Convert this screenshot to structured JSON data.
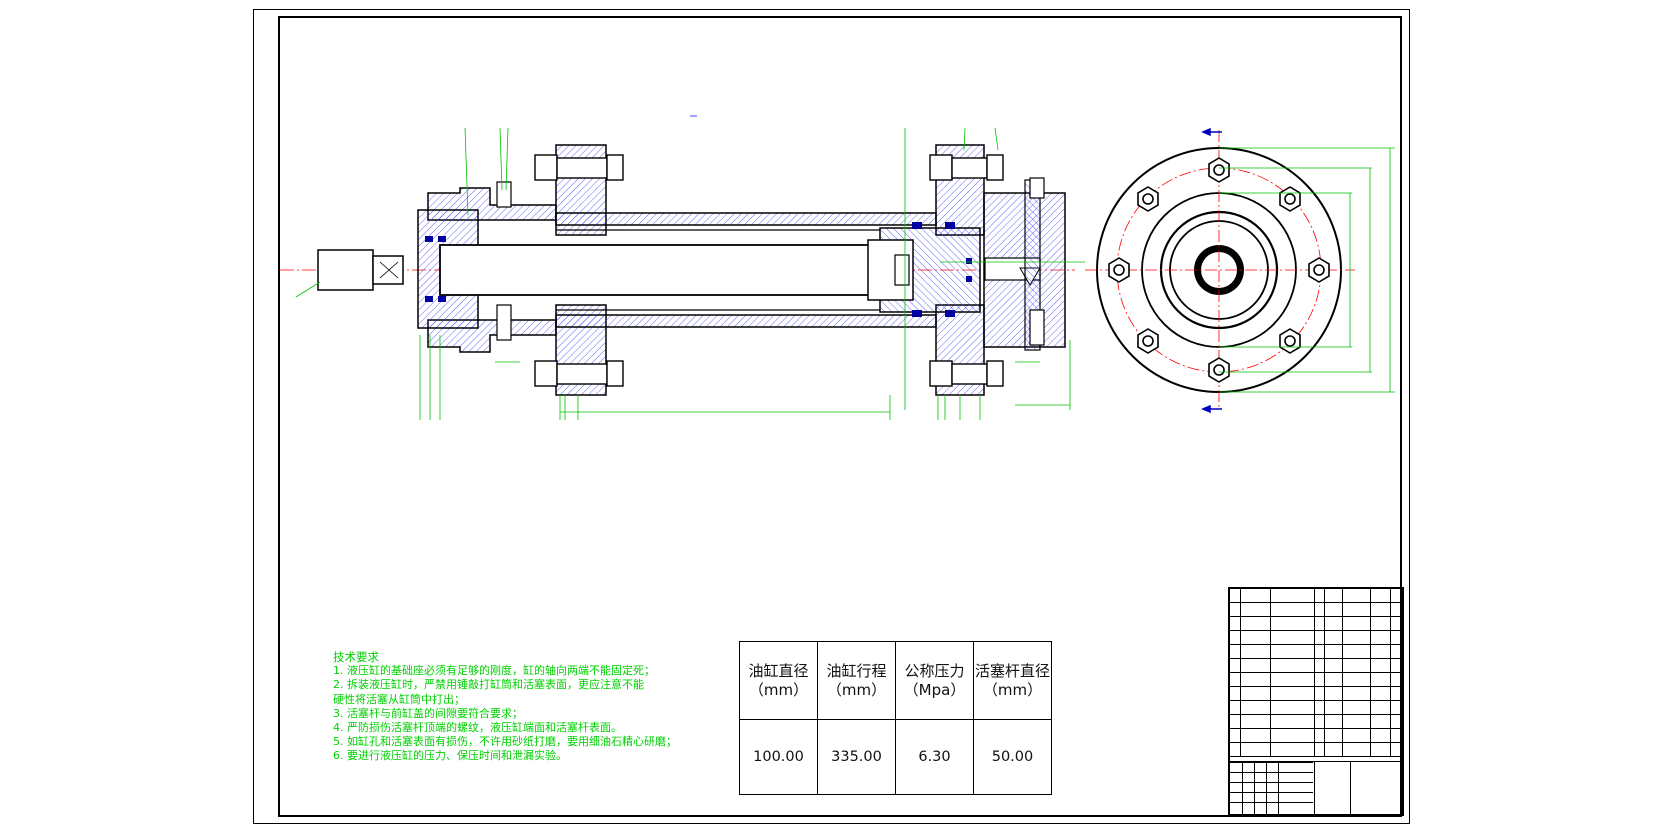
{
  "technical_requirements": {
    "title": "技术要求",
    "items": [
      "1. 液压缸的基础座必须有足够的刚度，缸的轴向两端不能固定死；",
      "2. 拆装液压缸时，严禁用锤敲打缸筒和活塞表面，更应注意不能",
      "硬性将活塞从缸筒中打出；",
      "3. 活塞杆与前缸盖的间隙要符合要求；",
      "4. 严防损伤活塞杆顶端的螺纹，液压缸端面和活塞杆表面。",
      "5. 如缸孔和活塞表面有损伤，不许用砂纸打磨，要用细油石精心研磨；",
      "6. 要进行液压缸的压力、保压时间和泄漏实验。"
    ]
  },
  "param_table": {
    "headers": [
      "油缸直径（mm）",
      "油缸行程（mm）",
      "公称压力（Mpa）",
      "活塞杆直径（mm）"
    ],
    "values": [
      "100.00",
      "335.00",
      "6.30",
      "50.00"
    ]
  },
  "colors": {
    "outline": "#000000",
    "dimension": "#00c000",
    "centerline": "#ff0000",
    "hatch": "#4040ff",
    "seal": "#0000a0",
    "notes_text": "#00d000"
  },
  "icons": {
    "section_arrow_top": "section-arrow-icon",
    "section_arrow_bottom": "section-arrow-icon"
  }
}
